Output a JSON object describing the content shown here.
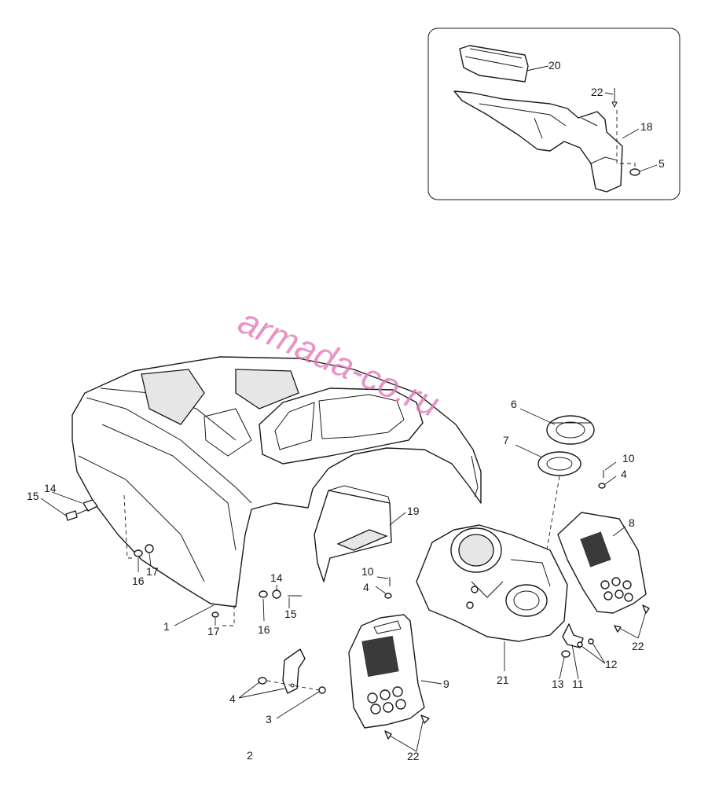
{
  "watermark": "armada-co.ru",
  "callouts": {
    "c1": "1",
    "c2": "2",
    "c3": "3",
    "c4a": "4",
    "c4b": "4",
    "c4c": "4",
    "c5": "5",
    "c6": "6",
    "c7": "7",
    "c8": "8",
    "c9": "9",
    "c10a": "10",
    "c10b": "10",
    "c11": "11",
    "c12": "12",
    "c13": "13",
    "c14a": "14",
    "c14b": "14",
    "c15a": "15",
    "c15b": "15",
    "c16a": "16",
    "c16b": "16",
    "c17a": "17",
    "c17b": "17",
    "c18": "18",
    "c19": "19",
    "c20": "20",
    "c21": "21",
    "c22a": "22",
    "c22b": "22",
    "c22c": "22"
  }
}
